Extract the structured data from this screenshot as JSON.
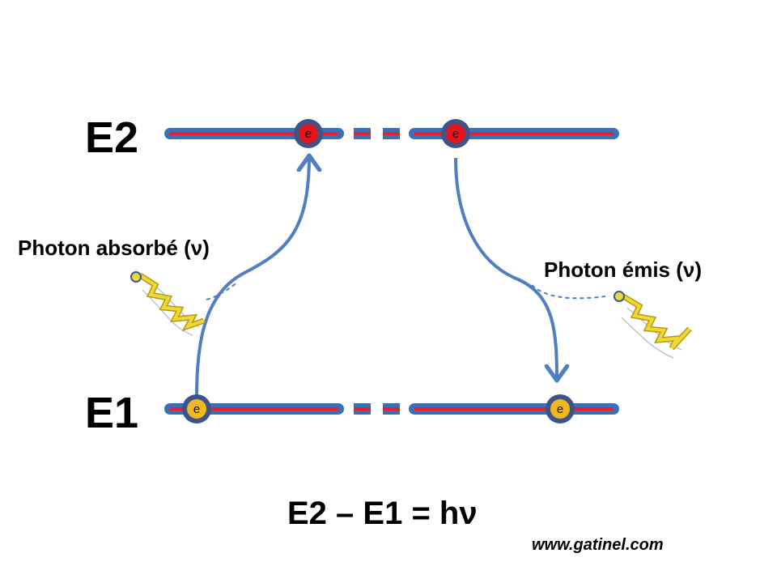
{
  "levels": {
    "upper": "E2",
    "lower": "E1"
  },
  "electron_label": "e",
  "photons": {
    "absorbed": "Photon absorbé (ν)",
    "emitted": "Photon émis (ν)"
  },
  "equation": "E2 – E1 = hν",
  "website": "www.gatinel.com",
  "colors": {
    "level_outer": "#3a70b8",
    "level_inner": "#e8202a",
    "excited_electron": "#e5151b",
    "ground_electron": "#f2b823",
    "electron_ring": "#3d5488",
    "arrow": "#4f7fbf",
    "photon_wave": "#e8d02a"
  }
}
